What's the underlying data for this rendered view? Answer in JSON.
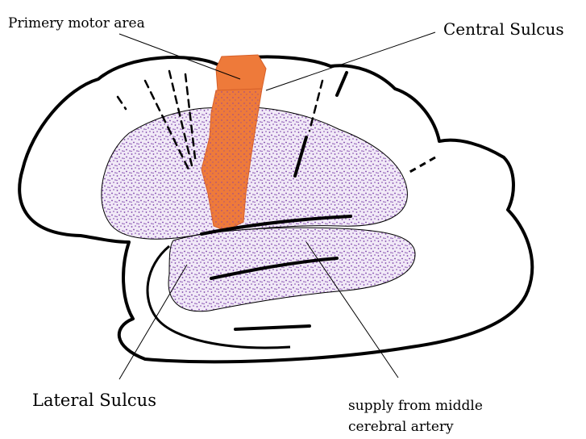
{
  "labels": {
    "primary_motor_area": "Primery motor area",
    "central_sulcus": "Central Sulcus",
    "lateral_sulcus": "Lateral Sulcus",
    "supply_line1": "supply from middle",
    "supply_line2": "cerebral artery"
  },
  "colors": {
    "outline": "#000000",
    "stipple": "#7a3fa8",
    "stipple_bg": "#f1e9f7",
    "motor_area": "#ee7a3a",
    "motor_area_dark": "#d6602a",
    "background": "#ffffff"
  }
}
